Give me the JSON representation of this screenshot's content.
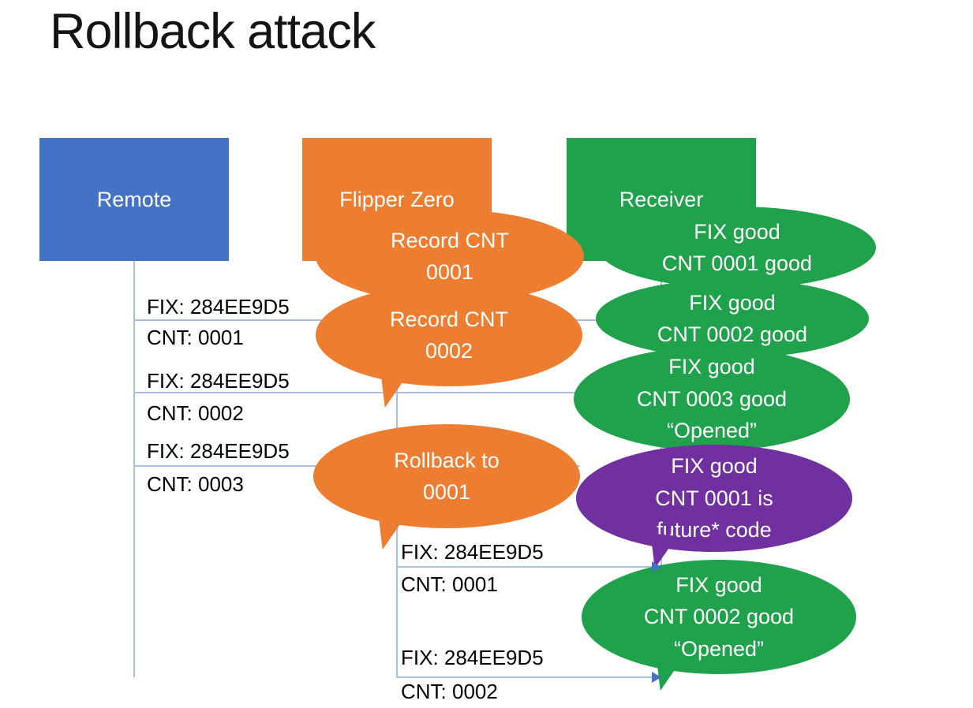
{
  "title": "Rollback attack",
  "actors": {
    "remote": {
      "label": "Remote",
      "color": "#4472C4"
    },
    "flipper": {
      "label": "Flipper Zero",
      "color": "#ED7D31"
    },
    "receiver": {
      "label": "Receiver",
      "color": "#1FA24B"
    }
  },
  "messages": {
    "m1": {
      "line1": "FIX: 284EE9D5",
      "line2": "CNT: 0001"
    },
    "m2": {
      "line1": "FIX: 284EE9D5",
      "line2": "CNT: 0002"
    },
    "m3": {
      "line1": "FIX: 284EE9D5",
      "line2": "CNT: 0003"
    },
    "m4": {
      "line1": "FIX: 284EE9D5",
      "line2": "CNT: 0001"
    },
    "m5": {
      "line1": "FIX: 284EE9D5",
      "line2": "CNT: 0002"
    }
  },
  "bubbles": {
    "record1": {
      "text": "Record CNT\n0001",
      "color": "#ED7D31"
    },
    "record2": {
      "text": "Record CNT\n0002",
      "color": "#ED7D31"
    },
    "rollback": {
      "text": "Rollback to\n0001",
      "color": "#ED7D31"
    },
    "g1": {
      "text": "FIX good\nCNT 0001 good",
      "color": "#1FA24B"
    },
    "g2": {
      "text": "FIX good\nCNT 0002 good",
      "color": "#1FA24B"
    },
    "g3": {
      "text": "FIX good\nCNT 0003 good\n“Opened”",
      "color": "#1FA24B"
    },
    "p1": {
      "text": "FIX good\nCNT 0001 is\nfuture* code",
      "color": "#7030A0"
    },
    "g4": {
      "text": "FIX good\nCNT 0002 good\n“Opened”",
      "color": "#1FA24B"
    }
  },
  "colors": {
    "line": "#A9C0E0",
    "arrow": "#4472C4",
    "title_text": "#141414"
  }
}
